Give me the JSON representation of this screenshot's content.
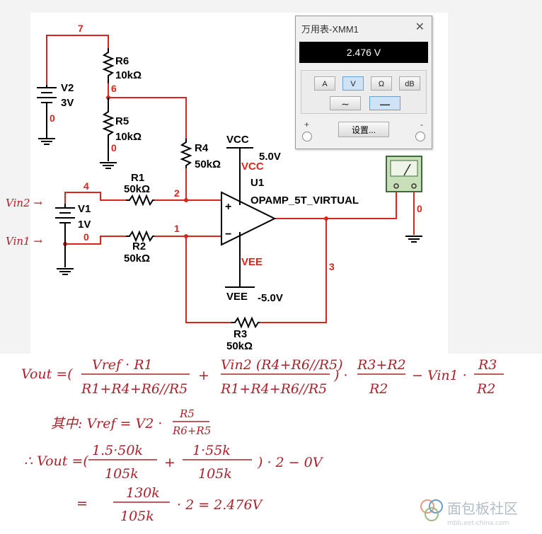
{
  "schematic": {
    "components": {
      "r6": {
        "name": "R6",
        "value": "10kΩ"
      },
      "r5": {
        "name": "R5",
        "value": "10kΩ"
      },
      "r4": {
        "name": "R4",
        "value": "50kΩ"
      },
      "r1": {
        "name": "R1",
        "value": "50kΩ"
      },
      "r2": {
        "name": "R2",
        "value": "50kΩ"
      },
      "r3": {
        "name": "R3",
        "value": "50kΩ"
      },
      "v2": {
        "name": "V2",
        "value": "3V"
      },
      "v1": {
        "name": "V1",
        "value": "1V"
      },
      "u1": {
        "name": "U1",
        "model": "OPAMP_5T_VIRTUAL"
      },
      "vcc": {
        "label": "VCC",
        "value": "5.0V",
        "pin_label": "VCC"
      },
      "vee": {
        "label": "VEE",
        "value": "-5.0V",
        "pin_label": "VEE"
      },
      "plus": "+",
      "minus": "−"
    },
    "nets": {
      "n7": "7",
      "n6": "6",
      "n0_v2": "0",
      "n0_r5": "0",
      "n4": "4",
      "n0_v1": "0",
      "n2": "2",
      "n1": "1",
      "n3": "3",
      "n0_mm": "0"
    },
    "input_labels": {
      "vin2": "Vin2 →",
      "vin1": "Vin1 →"
    }
  },
  "multimeter": {
    "title": "万用表-XMM1",
    "reading": "2.476 V",
    "mode_buttons": [
      "A",
      "V",
      "Ω",
      "dB"
    ],
    "active_mode": "V",
    "signal_buttons": [
      "∼",
      "—"
    ],
    "active_signal": "—",
    "settings_label": "设置...",
    "term_plus": "+",
    "term_minus": "-"
  },
  "notes": {
    "line1_prefix": "Vout =(",
    "line1_frac1_num": "Vref · R1",
    "line1_frac1_den": "R1+R4+R6//R5",
    "line1_plus": "+",
    "line1_frac2_num": "Vin2 (R4+R6//R5)",
    "line1_frac2_den": "R1+R4+R6//R5",
    "line1_mid": ") ·",
    "line1_frac3_num": "R3+R2",
    "line1_frac3_den": "R2",
    "line1_minus": "− Vin1 ·",
    "line1_frac4_num": "R3",
    "line1_frac4_den": "R2",
    "line2_prefix": "其中: Vref = V2 ·",
    "line2_frac_num": "R5",
    "line2_frac_den": "R6+R5",
    "line3_prefix": "∴ Vout =(",
    "line3_frac1_num": "1.5·50k",
    "line3_frac1_den": "105k",
    "line3_plus": "+",
    "line3_frac2_num": "1·55k",
    "line3_frac2_den": "105k",
    "line3_tail": ") · 2  − 0V",
    "line4_eq": "=",
    "line4_frac_num": "130k",
    "line4_frac_den": "105k",
    "line4_tail": "· 2   = 2.476V"
  },
  "watermark": {
    "text": "面包板社区",
    "url_text": "mbb.eet-china.com"
  },
  "colors": {
    "wire": "#d9261c",
    "handwriting": "#b0202a",
    "meter_green": "#c9dfb8"
  }
}
